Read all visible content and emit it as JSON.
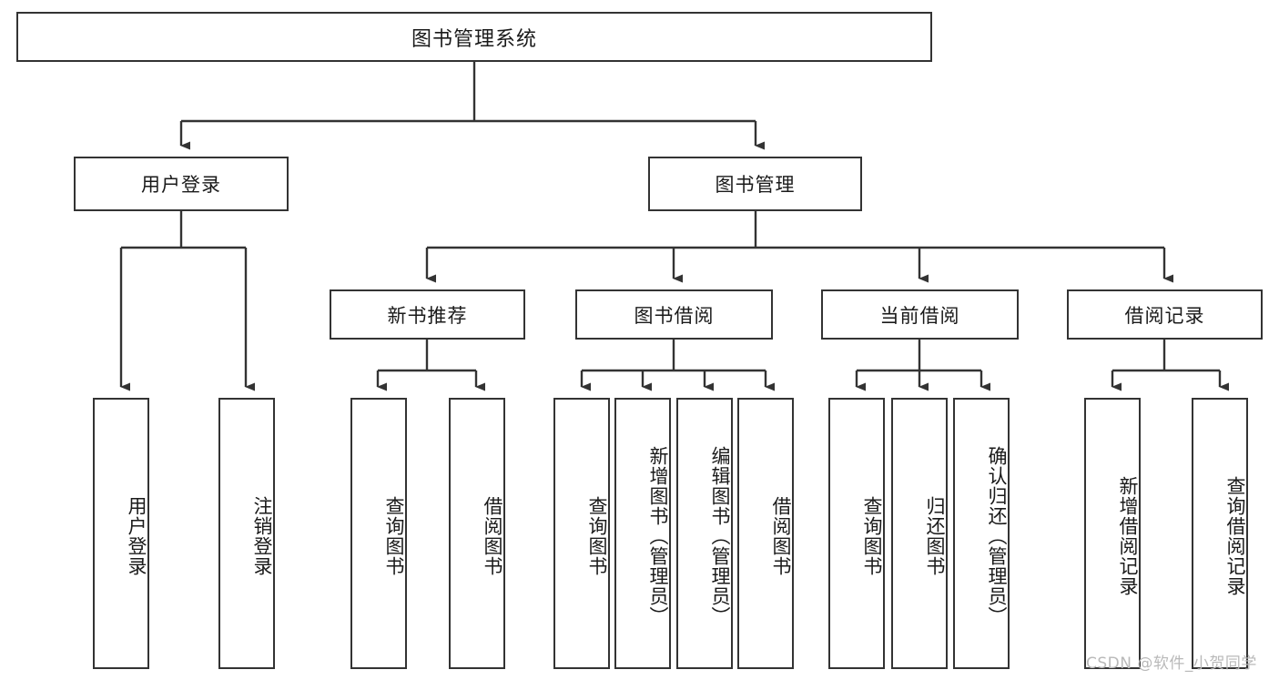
{
  "diagram": {
    "title": "图书管理系统",
    "type": "tree",
    "watermark": "CSDN @软件_小贺同学",
    "colors": {
      "border": "#333333",
      "text": "#1a1a1a",
      "background": "#ffffff",
      "edge": "#333333",
      "watermark": "#b9b9b9"
    },
    "root": {
      "label": "图书管理系统"
    },
    "level2": [
      {
        "label": "用户登录"
      },
      {
        "label": "图书管理"
      }
    ],
    "level3": [
      {
        "label": "新书推荐"
      },
      {
        "label": "图书借阅"
      },
      {
        "label": "当前借阅"
      },
      {
        "label": "借阅记录"
      }
    ],
    "leaves": {
      "user_login": [
        {
          "label": "用户登录"
        },
        {
          "label": "注销登录"
        }
      ],
      "new_book": [
        {
          "label": "查询图书"
        },
        {
          "label": "借阅图书"
        }
      ],
      "book_borrow": [
        {
          "label": "查询图书"
        },
        {
          "label": "新增图书（管理员）"
        },
        {
          "label": "编辑图书（管理员）"
        },
        {
          "label": "借阅图书"
        }
      ],
      "current_borrow": [
        {
          "label": "查询图书"
        },
        {
          "label": "归还图书"
        },
        {
          "label": "确认归还（管理员）"
        }
      ],
      "borrow_record": [
        {
          "label": "新增借阅记录"
        },
        {
          "label": "查询借阅记录"
        }
      ]
    }
  }
}
